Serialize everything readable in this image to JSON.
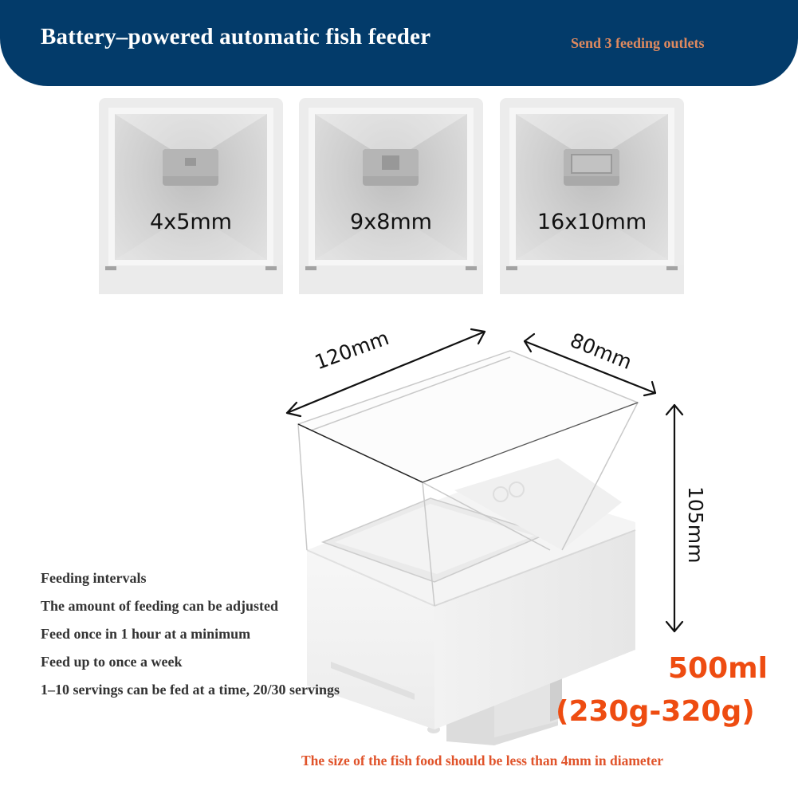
{
  "header": {
    "title": "Battery–powered automatic fish feeder",
    "subtitle": "Send 3 feeding outlets",
    "background_color": "#033b6a",
    "subtitle_color": "#e08a5f"
  },
  "outlets": [
    {
      "label": "4x5mm"
    },
    {
      "label": "9x8mm"
    },
    {
      "label": "16x10mm"
    }
  ],
  "dimensions": {
    "length": "120mm",
    "width": "80mm",
    "height": "105mm"
  },
  "features": [
    "Feeding intervals",
    "The amount of feeding can be adjusted",
    "Feed once in 1 hour at a minimum",
    "Feed up to once a week",
    "1–10 servings can be fed at a time, 20/30 servings"
  ],
  "capacity": {
    "volume": "500ml",
    "weight_range": "(230g-320g)",
    "color": "#ee4c11"
  },
  "note": "The size of the fish food should be less than 4mm in diameter"
}
